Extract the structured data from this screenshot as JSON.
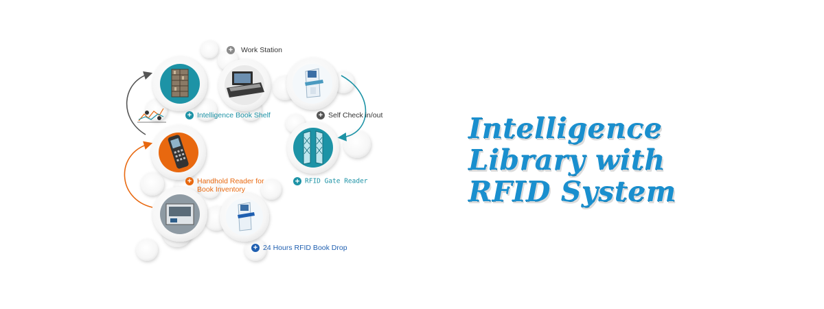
{
  "title_lines": [
    "Intelligence",
    "Library with",
    "RFID System"
  ],
  "labels": {
    "work_station": "Work Station",
    "book_shelf": "Intelligence Book Shelf",
    "self_check": "Self Check in/out",
    "handhold_line1": "Handhold Reader for",
    "handhold_line2": "Book Inventory",
    "gate_reader": "RFID Gate Reader",
    "book_drop": "24 Hours RFID Book Drop"
  },
  "plus_symbol": "+",
  "colors": {
    "title_blue": "#1a8fce",
    "teal": "#1d93a6",
    "orange": "#e8680f",
    "dark_blue": "#1f5fb0",
    "gray_icon": "#666666",
    "dark_arrow": "#555555"
  },
  "icons": [
    "bookshelf-image",
    "workstation-image",
    "kiosk-image",
    "handheld-reader-image",
    "gate-reader-image",
    "book-drop-image",
    "kiosk-image",
    "trend-chart-icon"
  ]
}
